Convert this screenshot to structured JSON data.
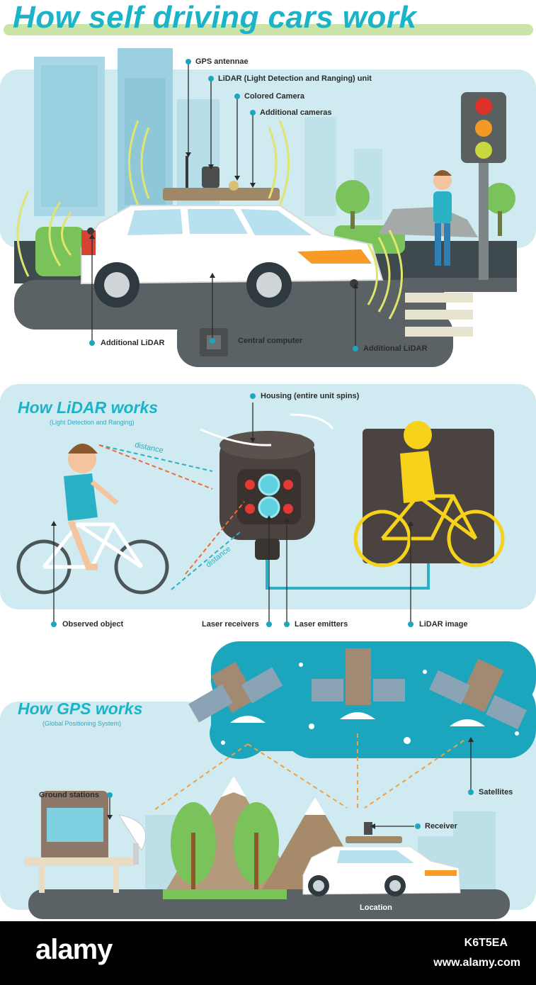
{
  "title": "How self driving cars work",
  "car_section": {
    "labels": {
      "gps": "GPS antennae",
      "lidar_unit": "LiDAR (Light Detection and Ranging) unit",
      "colored_camera": "Colored Camera",
      "additional_cameras": "Additional cameras",
      "additional_lidar_left": "Additional LiDAR",
      "central_computer": "Central computer",
      "additional_lidar_right": "Additional LiDAR"
    }
  },
  "lidar_section": {
    "title": "How LiDAR works",
    "subtitle": "(Light Detection and Ranging)",
    "housing": "Housing (entire unit spins)",
    "distance_top": "distance",
    "distance_bottom": "distance",
    "observed": "Observed object",
    "receivers": "Laser receivers",
    "emitters": "Laser emitters",
    "image": "LiDAR image"
  },
  "gps_section": {
    "title": "How GPS works",
    "subtitle": "(Global Positioning System)",
    "ground": "Ground stations",
    "satellites": "Satellites",
    "receiver": "Receiver",
    "location": "Location"
  },
  "watermark": "alamy",
  "footer": {
    "brand": "alamy",
    "code": "K6T5EA",
    "url": "www.alamy.com"
  },
  "colors": {
    "accent": "#1bb3c8",
    "panel": "#cfeaf0",
    "dot": "#1da7bd",
    "laser_out": "#f26a3a",
    "laser_in": "#2bb1c6",
    "lidar_image": "#f6d21b"
  }
}
